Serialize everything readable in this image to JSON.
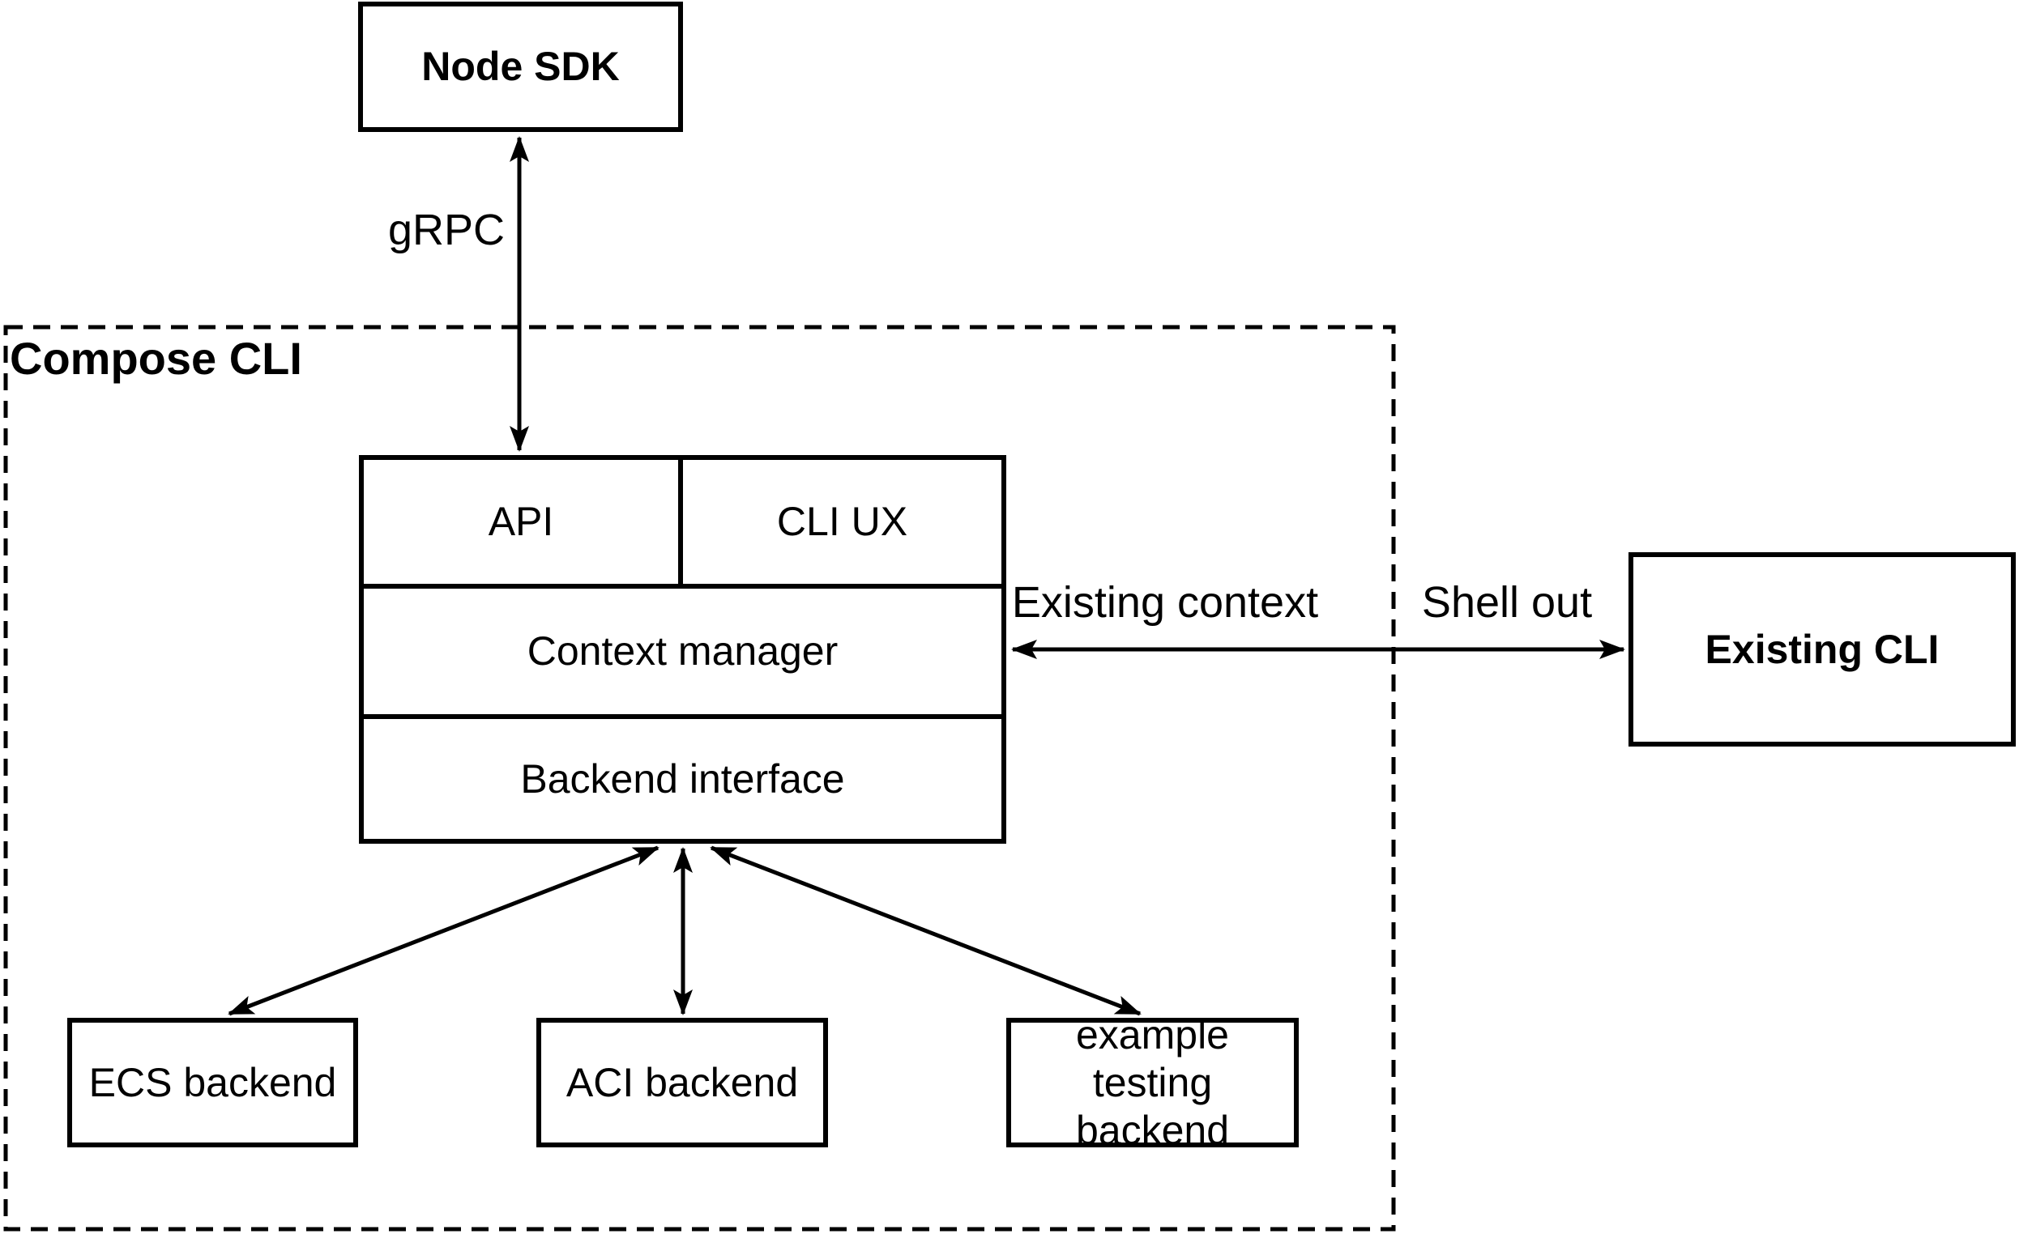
{
  "diagram": {
    "container": {
      "label": "Compose CLI"
    },
    "nodes": {
      "node_sdk": "Node SDK",
      "api": "API",
      "cli_ux": "CLI UX",
      "context_manager": "Context manager",
      "backend_interface": "Backend interface",
      "existing_cli": "Existing CLI",
      "ecs_backend": "ECS backend",
      "aci_backend": "ACI backend",
      "example_testing_backend": "example testing backend"
    },
    "edge_labels": {
      "grpc": "gRPC",
      "existing_context": "Existing context",
      "shell_out": "Shell out"
    },
    "colors": {
      "stroke": "#000000",
      "background": "#ffffff"
    }
  }
}
